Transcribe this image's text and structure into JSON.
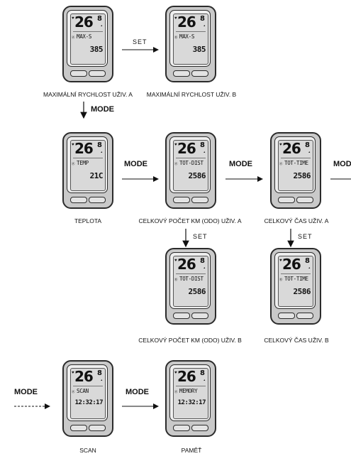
{
  "devices": [
    {
      "id": "max-a",
      "speed": "26",
      "speed_dec": "8",
      "mode": "MAX-S",
      "value": "385",
      "caption": "MAXIMÁLNÍ RYCHLOST UŽIV. A"
    },
    {
      "id": "max-b",
      "speed": "26",
      "speed_dec": "8",
      "mode": "MAX-S",
      "value": "385",
      "caption": "MAXIMÁLNÍ RYCHLOST UŽIV. B"
    },
    {
      "id": "temp",
      "speed": "26",
      "speed_dec": "8",
      "mode": "TEMP",
      "value": "21C",
      "caption": "TEPLOTA"
    },
    {
      "id": "dist-a",
      "speed": "26",
      "speed_dec": "8",
      "mode": "TOT-DIST",
      "value": "2586",
      "caption": "CELKOVÝ POČET KM (ODO) UŽIV. A"
    },
    {
      "id": "time-a",
      "speed": "26",
      "speed_dec": "8",
      "mode": "TOT-TIME",
      "value": "2586",
      "caption": "CELKOVÝ ČAS UŽIV. A"
    },
    {
      "id": "dist-b",
      "speed": "26",
      "speed_dec": "8",
      "mode": "TOT-DIST",
      "value": "2586",
      "caption": "CELKOVÝ POČET KM (ODO) UŽIV. B"
    },
    {
      "id": "time-b",
      "speed": "26",
      "speed_dec": "8",
      "mode": "TOT-TIME",
      "value": "2586",
      "caption": "CELKOVÝ ČAS UŽIV. B"
    },
    {
      "id": "scan",
      "speed": "26",
      "speed_dec": "8",
      "mode": "SCAN",
      "value": "12:32:17",
      "caption": "SCAN"
    },
    {
      "id": "memory",
      "speed": "26",
      "speed_dec": "8",
      "mode": "MEMORY",
      "value": "12:32:17",
      "caption": "PAMĚŤ"
    }
  ],
  "labels": {
    "set": "SET",
    "mode": "MODE",
    "mode_cut": "MOD"
  }
}
